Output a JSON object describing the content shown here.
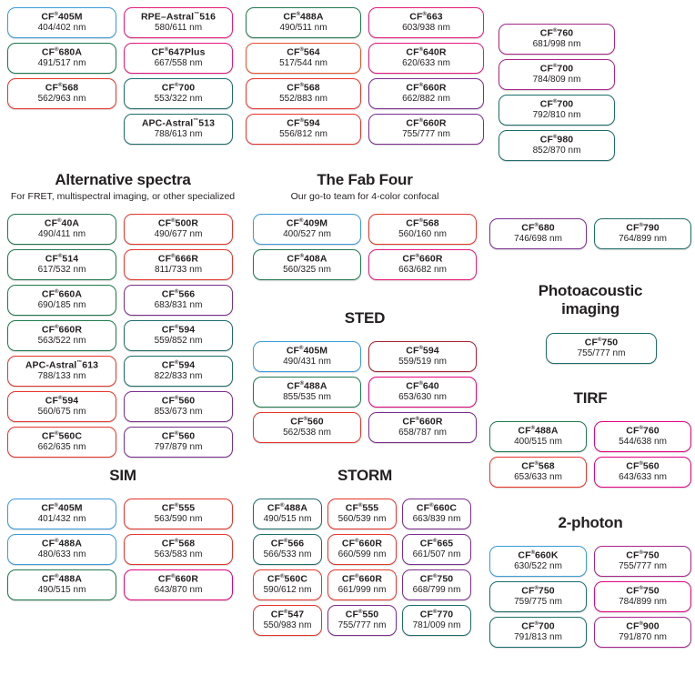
{
  "meta": {
    "tm": "™",
    "reg": "®"
  },
  "sections": {
    "top_left": {
      "columns": [
        [
          {
            "dye": "CF",
            "reg": true,
            "num": "405M",
            "spec": "404/402 nm",
            "color": "blue"
          },
          {
            "dye": "CF",
            "reg": true,
            "num": "680A",
            "spec": "491/517 nm",
            "color": "green"
          },
          {
            "dye": "CF",
            "reg": true,
            "num": "568",
            "spec": "562/963 nm",
            "color": "red"
          }
        ],
        [
          {
            "dye": "RPE–Astral",
            "tm": true,
            "num": "516",
            "spec": "580/611 nm",
            "color": "magenta"
          },
          {
            "dye": "CF",
            "reg": true,
            "num": "647Plus",
            "spec": "667/558 nm",
            "color": "magenta"
          },
          {
            "dye": "CF",
            "reg": true,
            "num": "700",
            "spec": "553/322 nm",
            "color": "teal"
          },
          {
            "dye": "APC-Astral",
            "tm": true,
            "num": "513",
            "spec": "788/613 nm",
            "color": "teal"
          }
        ]
      ]
    },
    "top_mid": {
      "columns": [
        [
          {
            "dye": "CF",
            "reg": true,
            "num": "488A",
            "spec": "490/511 nm",
            "color": "green"
          },
          {
            "dye": "CF",
            "reg": true,
            "num": "564",
            "spec": "517/544 nm",
            "color": "orange"
          },
          {
            "dye": "CF",
            "reg": true,
            "num": "568",
            "spec": "552/883 nm",
            "color": "red"
          },
          {
            "dye": "CF",
            "reg": true,
            "num": "594",
            "spec": "556/812 nm",
            "color": "red"
          }
        ],
        [
          {
            "dye": "CF",
            "reg": true,
            "num": "663",
            "spec": "603/938 nm",
            "color": "magenta"
          },
          {
            "dye": "CF",
            "reg": true,
            "num": "640R",
            "spec": "620/633 nm",
            "color": "magenta"
          },
          {
            "dye": "CF",
            "reg": true,
            "num": "660R",
            "spec": "662/882 nm",
            "color": "purple"
          },
          {
            "dye": "CF",
            "reg": true,
            "num": "660R",
            "spec": "755/777 nm",
            "color": "purple"
          }
        ]
      ]
    },
    "top_right": {
      "items": [
        {
          "dye": "CF",
          "reg": true,
          "num": "760",
          "spec": "681/998 nm",
          "color": "plum"
        },
        {
          "dye": "CF",
          "reg": true,
          "num": "700",
          "spec": "784/809 nm",
          "color": "plum"
        },
        {
          "dye": "CF",
          "reg": true,
          "num": "700",
          "spec": "792/810 nm",
          "color": "teal"
        },
        {
          "dye": "CF",
          "reg": true,
          "num": "980",
          "spec": "852/870 nm",
          "color": "teal"
        }
      ]
    },
    "alternative": {
      "title": "Alternative spectra",
      "subtitle": "For FRET, multispectral imaging, or other specialized",
      "columns": [
        [
          {
            "dye": "CF",
            "reg": true,
            "num": "40A",
            "spec": "490/411 nm",
            "color": "green"
          },
          {
            "dye": "CF",
            "reg": true,
            "num": "514",
            "spec": "617/532 nm",
            "color": "green"
          },
          {
            "dye": "CF",
            "reg": true,
            "num": "660A",
            "spec": "690/185 nm",
            "color": "green"
          },
          {
            "dye": "CF",
            "reg": true,
            "num": "660R",
            "spec": "563/522 nm",
            "color": "green"
          },
          {
            "dye": "APC-Astral",
            "tm": true,
            "num": "613",
            "spec": "788/133 nm",
            "color": "red"
          },
          {
            "dye": "CF",
            "reg": true,
            "num": "594",
            "spec": "560/675 nm",
            "color": "red"
          },
          {
            "dye": "CF",
            "reg": true,
            "num": "560C",
            "spec": "662/635 nm",
            "color": "red"
          }
        ],
        [
          {
            "dye": "CF",
            "reg": true,
            "num": "500R",
            "spec": "490/677 nm",
            "color": "red"
          },
          {
            "dye": "CF",
            "reg": true,
            "num": "666R",
            "spec": "811/733 nm",
            "color": "red"
          },
          {
            "dye": "CF",
            "reg": true,
            "num": "566",
            "spec": "683/831 nm",
            "color": "purple"
          },
          {
            "dye": "CF",
            "reg": true,
            "num": "594",
            "spec": "559/852 nm",
            "color": "teal"
          },
          {
            "dye": "CF",
            "reg": true,
            "num": "594",
            "spec": "822/833 nm",
            "color": "teal"
          },
          {
            "dye": "CF",
            "reg": true,
            "num": "560",
            "spec": "853/673 nm",
            "color": "purple"
          },
          {
            "dye": "CF",
            "reg": true,
            "num": "560",
            "spec": "797/879 nm",
            "color": "purple"
          }
        ]
      ]
    },
    "fab_four": {
      "title": "The Fab Four",
      "subtitle": "Our go-to team for 4-color confocal",
      "columns": [
        [
          {
            "dye": "CF",
            "reg": true,
            "num": "409M",
            "spec": "400/527 nm",
            "color": "blue"
          },
          {
            "dye": "CF",
            "reg": true,
            "num": "408A",
            "spec": "560/325 nm",
            "color": "green"
          }
        ],
        [
          {
            "dye": "CF",
            "reg": true,
            "num": "568",
            "spec": "560/160 nm",
            "color": "red"
          },
          {
            "dye": "CF",
            "reg": true,
            "num": "660R",
            "spec": "663/682 nm",
            "color": "magenta"
          }
        ]
      ]
    },
    "sted": {
      "title": "STED",
      "columns": [
        [
          {
            "dye": "CF",
            "reg": true,
            "num": "405M",
            "spec": "490/431 nm",
            "color": "blue"
          },
          {
            "dye": "CF",
            "reg": true,
            "num": "488A",
            "spec": "855/535 nm",
            "color": "green"
          },
          {
            "dye": "CF",
            "reg": true,
            "num": "560",
            "spec": "562/538 nm",
            "color": "red"
          }
        ],
        [
          {
            "dye": "CF",
            "reg": true,
            "num": "594",
            "spec": "559/519 nm",
            "color": "dkred"
          },
          {
            "dye": "CF",
            "reg": true,
            "num": "640",
            "spec": "653/630 nm",
            "color": "pink"
          },
          {
            "dye": "CF",
            "reg": true,
            "num": "660R",
            "spec": "658/787 nm",
            "color": "purple"
          }
        ]
      ]
    },
    "sim": {
      "title": "SIM",
      "columns": [
        [
          {
            "dye": "CF",
            "reg": true,
            "num": "405M",
            "spec": "401/432 nm",
            "color": "blue"
          },
          {
            "dye": "CF",
            "reg": true,
            "num": "488A",
            "spec": "480/633 nm",
            "color": "blue"
          },
          {
            "dye": "CF",
            "reg": true,
            "num": "488A",
            "spec": "490/515 nm",
            "color": "green"
          }
        ],
        [
          {
            "dye": "CF",
            "reg": true,
            "num": "555",
            "spec": "563/590 nm",
            "color": "red"
          },
          {
            "dye": "CF",
            "reg": true,
            "num": "568",
            "spec": "563/583 nm",
            "color": "red"
          },
          {
            "dye": "CF",
            "reg": true,
            "num": "660R",
            "spec": "643/870 nm",
            "color": "pink"
          }
        ]
      ]
    },
    "storm": {
      "title": "STORM",
      "columns": [
        [
          {
            "dye": "CF",
            "reg": true,
            "num": "488A",
            "spec": "490/515 nm",
            "color": "teal"
          },
          {
            "dye": "CF",
            "reg": true,
            "num": "566",
            "spec": "566/533 nm",
            "color": "teal"
          },
          {
            "dye": "CF",
            "reg": true,
            "num": "560C",
            "spec": "590/612 nm",
            "color": "red"
          },
          {
            "dye": "CF",
            "reg": true,
            "num": "547",
            "spec": "550/983 nm",
            "color": "red"
          }
        ],
        [
          {
            "dye": "CF",
            "reg": true,
            "num": "555",
            "spec": "560/539 nm",
            "color": "red"
          },
          {
            "dye": "CF",
            "reg": true,
            "num": "660R",
            "spec": "660/599 nm",
            "color": "red"
          },
          {
            "dye": "CF",
            "reg": true,
            "num": "660R",
            "spec": "661/999 nm",
            "color": "red"
          },
          {
            "dye": "CF",
            "reg": true,
            "num": "550",
            "spec": "755/777 nm",
            "color": "purple"
          }
        ],
        [
          {
            "dye": "CF",
            "reg": true,
            "num": "660C",
            "spec": "663/839 nm",
            "color": "purple"
          },
          {
            "dye": "CF",
            "reg": true,
            "num": "665",
            "spec": "661/507 nm",
            "color": "purple"
          },
          {
            "dye": "CF",
            "reg": true,
            "num": "750",
            "spec": "668/799 nm",
            "color": "purple"
          },
          {
            "dye": "CF",
            "reg": true,
            "num": "770",
            "spec": "781/009 nm",
            "color": "teal"
          }
        ]
      ]
    },
    "right_pair": {
      "items": [
        {
          "dye": "CF",
          "reg": true,
          "num": "680",
          "spec": "746/698 nm",
          "color": "purple"
        },
        {
          "dye": "CF",
          "reg": true,
          "num": "790",
          "spec": "764/899 nm",
          "color": "teal"
        }
      ]
    },
    "photoacoustic": {
      "title_line1": "Photoacoustic",
      "title_line2": "imaging",
      "items": [
        {
          "dye": "CF",
          "reg": true,
          "num": "750",
          "spec": "755/777 nm",
          "color": "teal"
        }
      ]
    },
    "tirf": {
      "title": "TIRF",
      "columns": [
        [
          {
            "dye": "CF",
            "reg": true,
            "num": "488A",
            "spec": "400/515 nm",
            "color": "green"
          },
          {
            "dye": "CF",
            "reg": true,
            "num": "568",
            "spec": "653/633 nm",
            "color": "red"
          }
        ],
        [
          {
            "dye": "CF",
            "reg": true,
            "num": "760",
            "spec": "544/638 nm",
            "color": "pink"
          },
          {
            "dye": "CF",
            "reg": true,
            "num": "560",
            "spec": "643/633 nm",
            "color": "pink"
          }
        ]
      ]
    },
    "two_photon": {
      "title": "2-photon",
      "columns": [
        [
          {
            "dye": "CF",
            "reg": true,
            "num": "660K",
            "spec": "630/522 nm",
            "color": "blue"
          },
          {
            "dye": "CF",
            "reg": true,
            "num": "750",
            "spec": "759/775 nm",
            "color": "teal"
          },
          {
            "dye": "CF",
            "reg": true,
            "num": "700",
            "spec": "791/813 nm",
            "color": "teal"
          }
        ],
        [
          {
            "dye": "CF",
            "reg": true,
            "num": "750",
            "spec": "755/777 nm",
            "color": "plum"
          },
          {
            "dye": "CF",
            "reg": true,
            "num": "750",
            "spec": "784/899 nm",
            "color": "pink"
          },
          {
            "dye": "CF",
            "reg": true,
            "num": "900",
            "spec": "791/870 nm",
            "color": "plum"
          }
        ]
      ]
    }
  }
}
